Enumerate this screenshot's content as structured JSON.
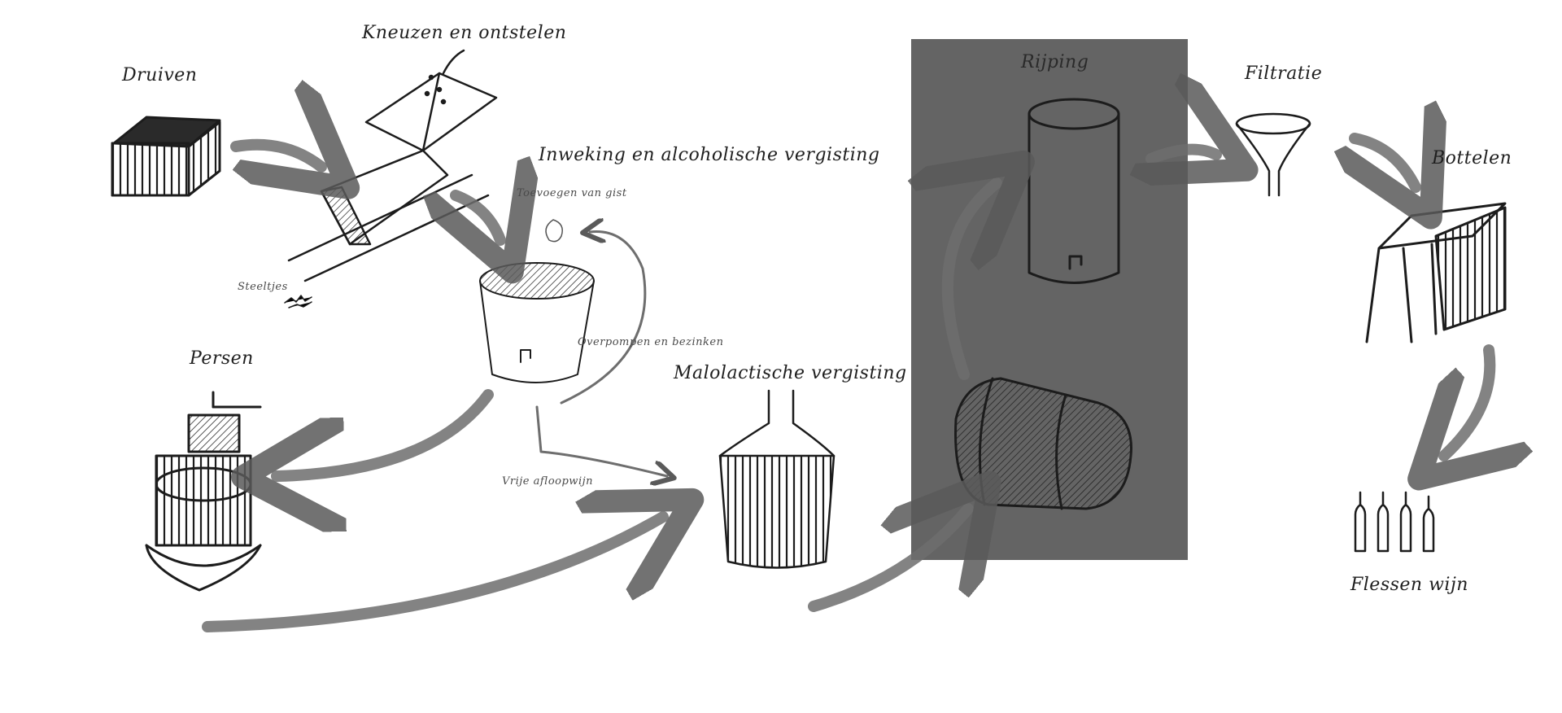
{
  "colors": {
    "ink": "#1c1c1c",
    "pencil": "#6e6e6e",
    "shade": "#646464",
    "background": "#ffffff"
  },
  "labels": {
    "druiven": "Druiven",
    "kneuzen": "Kneuzen en ontstelen",
    "steeltjes": "Steeltjes",
    "inweking": "Inweking en alcoholische vergisting",
    "gist": "Toevoegen van gist",
    "overpompen": "Overpompen en bezinken",
    "persen": "Persen",
    "vrije_afloopwijn": "Vrije afloopwijn",
    "malolactische": "Malolactische vergisting",
    "rijping": "Rijping",
    "filtratie": "Filtratie",
    "bottelen": "Bottelen",
    "flessen": "Flessen wijn"
  }
}
